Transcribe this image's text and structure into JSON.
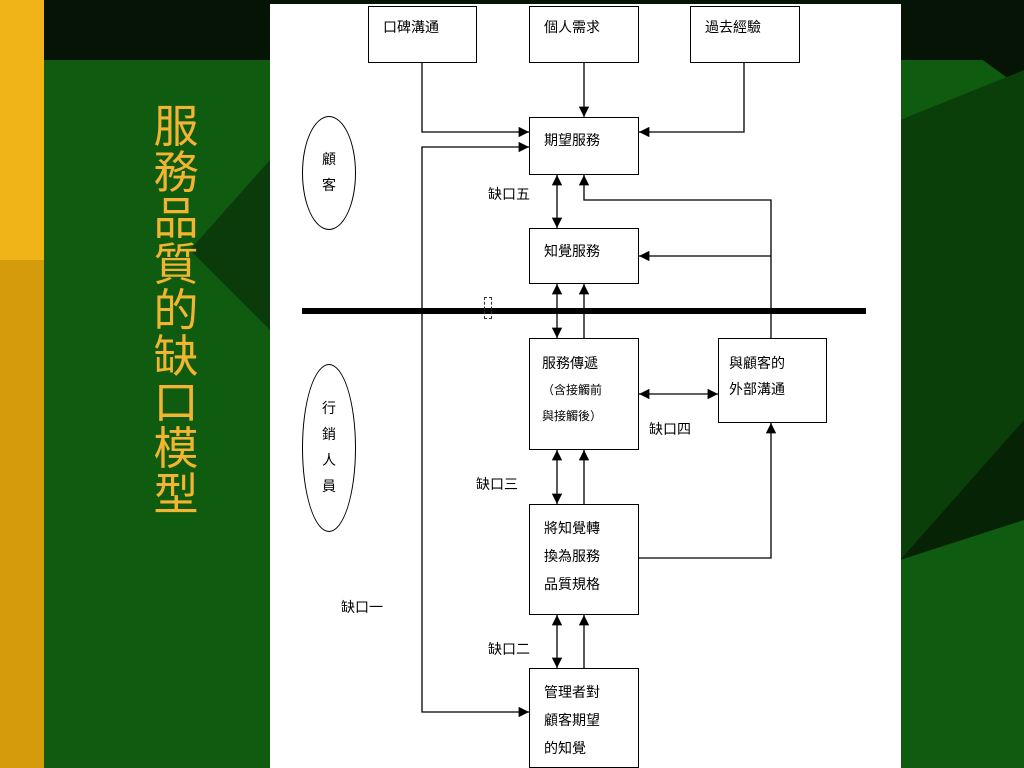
{
  "slide": {
    "title": "服務品質的缺口模型",
    "title_color": "#f2b431",
    "accent_bar_color": "#f0b419",
    "background_color": "#0f5b0f"
  },
  "diagram": {
    "boxes": {
      "word_of_mouth": "口碑溝通",
      "personal_needs": "個人需求",
      "past_experience": "過去經驗",
      "expected_service": "期望服務",
      "perceived_service": "知覺服務",
      "service_delivery": [
        "服務傳遞",
        "（含接觸前",
        "與接觸後）"
      ],
      "external_comm": [
        "與顧客的",
        "外部溝通"
      ],
      "specifications": [
        "將知覺轉",
        "換為服務",
        "品質規格"
      ],
      "management_perception": [
        "管理者對",
        "顧客期望",
        "的知覺"
      ]
    },
    "ovals": {
      "customer": [
        "顧",
        "客"
      ],
      "marketer": [
        "行",
        "銷",
        "人",
        "員"
      ]
    },
    "gaps": {
      "gap1": "缺口一",
      "gap2": "缺口二",
      "gap3": "缺口三",
      "gap4": "缺口四",
      "gap5": "缺口五"
    }
  }
}
